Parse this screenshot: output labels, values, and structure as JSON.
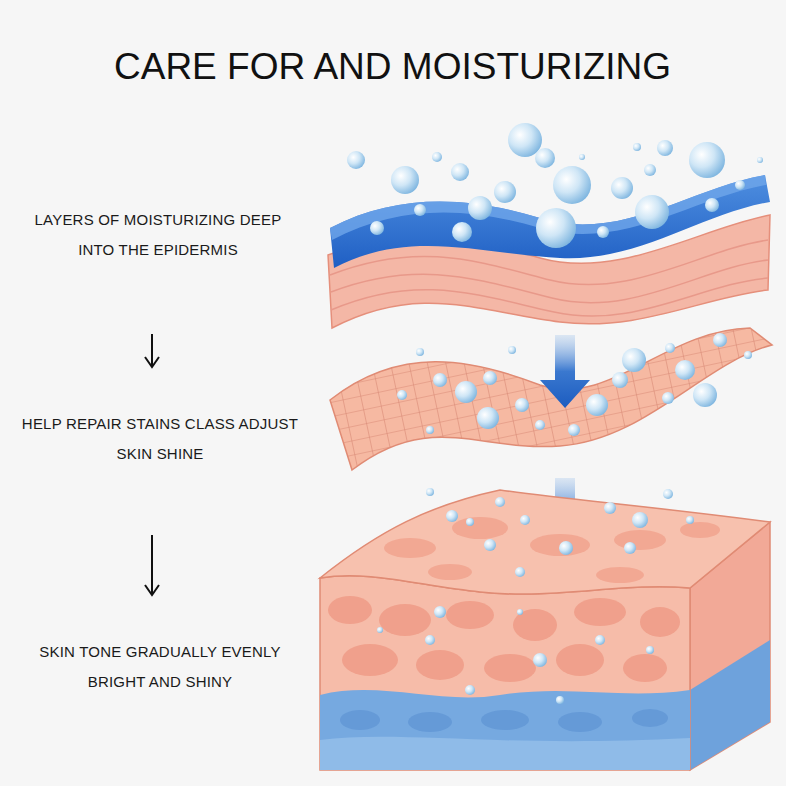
{
  "diagram": {
    "title": "CARE FOR AND MOISTURIZING",
    "labels": [
      "LAYERS OF MOISTURIZING DEEP INTO THE EPIDERMIS",
      "HELP REPAIR STAINS CLASS ADJUST SKIN SHINE",
      "SKIN TONE GRADUALLY EVENLY BRIGHT AND SHINY"
    ]
  }
}
